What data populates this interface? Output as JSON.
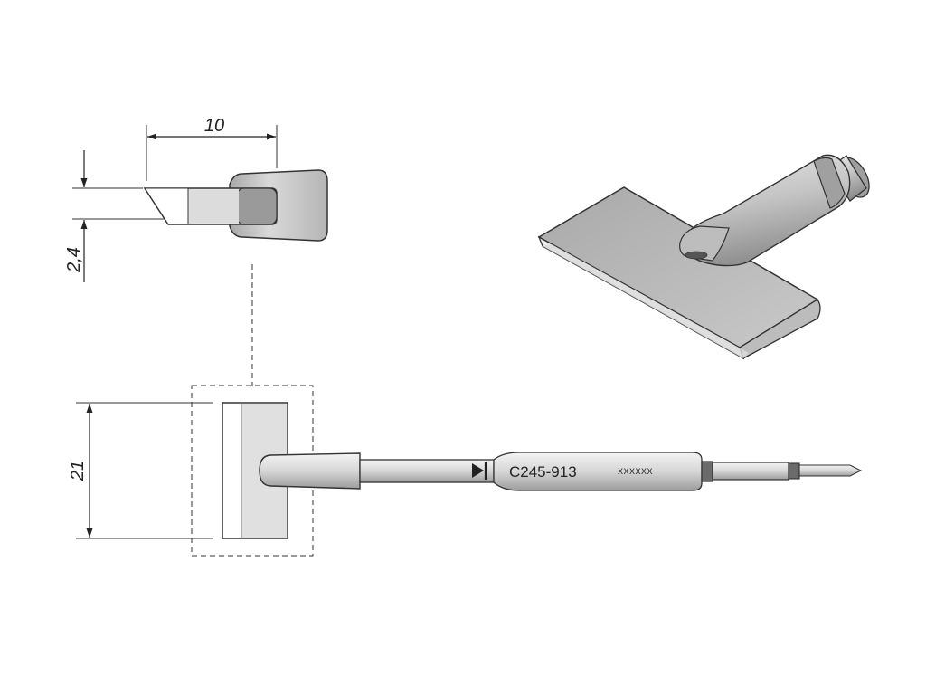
{
  "dimensions": {
    "top_width": "10",
    "thickness": "2,4",
    "height": "21"
  },
  "shaft": {
    "part_number": "C245-913",
    "code": "XXXXXX"
  },
  "colors": {
    "line": "#333333",
    "metal_light": "#e4e4e4",
    "metal_mid": "#bdbdbd",
    "metal_dark": "#8a8a8a"
  }
}
